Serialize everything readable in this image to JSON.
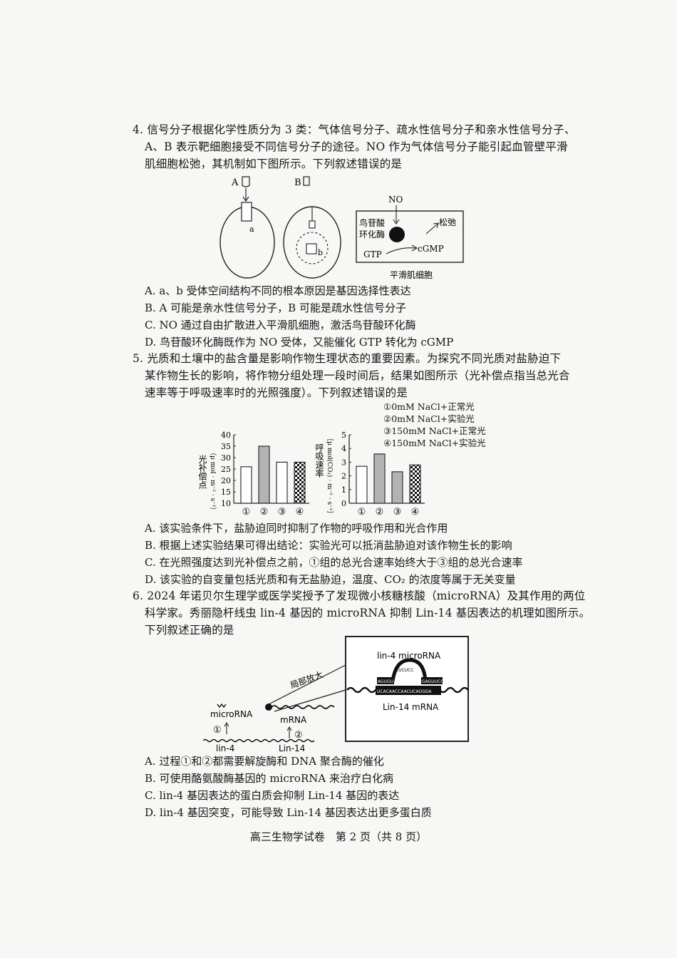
{
  "q4": {
    "line1": "4. 信号分子根据化学性质分为 3 类：气体信号分子、疏水性信号分子和亲水性信号分子、",
    "line2": "A、B 表示靶细胞接受不同信号分子的途径。NO 作为气体信号分子能引起血管壁平滑",
    "line3": "肌细胞松弛，其机制如下图所示。下列叙述错误的是",
    "fig": {
      "a_label": "A",
      "a_receptor": "a",
      "b_label": "B",
      "b_receptor": "b",
      "no_label": "NO",
      "enzyme_line1": "鸟苷酸",
      "enzyme_line2": "环化酶",
      "relax": "松弛",
      "gtp": "GTP",
      "cgmp": "cGMP",
      "cell_caption": "平滑肌细胞"
    },
    "options": {
      "a": "A. a、b 受体空间结构不同的根本原因是基因选择性表达",
      "b": "B. A 可能是亲水性信号分子，B 可能是疏水性信号分子",
      "c": "C. NO 通过自由扩散进入平滑肌细胞，激活鸟苷酸环化酶",
      "d": "D. 鸟苷酸环化酶既作为 NO 受体，又能催化 GTP 转化为 cGMP"
    }
  },
  "q5": {
    "line1": "5. 光质和土壤中的盐含量是影响作物生理状态的重要因素。为探究不同光质对盐胁迫下",
    "line2": "某作物生长的影响，将作物分组处理一段时间后，结果如图所示（光补偿点指当总光合",
    "line3": "速率等于呼吸速率时的光照强度）。下列叙述错误的是",
    "legend": [
      "①0mM NaCl+正常光",
      "②0mM NaCl+实验光",
      "③150mM NaCl+正常光",
      "④150mM NaCl+实验光"
    ],
    "options": {
      "a": "A. 该实验条件下，盐胁迫同时抑制了作物的呼吸作用和光合作用",
      "b": "B. 根据上述实验结果可得出结论：实验光可以抵消盐胁迫对该作物生长的影响",
      "c": "C. 在光照强度达到光补偿点之前，①组的总光合速率始终大于③组的总光合速率",
      "d": "D. 该实验的自变量包括光质和有无盐胁迫，温度、CO₂ 的浓度等属于无关变量"
    }
  },
  "chart_data": [
    {
      "type": "bar",
      "categories": [
        "①",
        "②",
        "③",
        "④"
      ],
      "values": [
        26,
        35,
        28,
        28
      ],
      "ylabel_main": "光补偿点",
      "ylabel_unit": "（μ mol · m⁻² · s⁻¹）",
      "ylim": [
        10,
        40
      ],
      "yticks": [
        "10",
        "15",
        "20",
        "25",
        "30",
        "35",
        "40"
      ],
      "fills": [
        "white",
        "gray",
        "white",
        "checker"
      ]
    },
    {
      "type": "bar",
      "categories": [
        "①",
        "②",
        "③",
        "④"
      ],
      "values": [
        2.7,
        3.6,
        2.3,
        2.8
      ],
      "ylabel_main": "呼吸速率",
      "ylabel_unit": "［μ mol(CO₂) · m⁻² · s⁻¹］",
      "ylim": [
        0,
        5
      ],
      "yticks": [
        "0",
        "1",
        "2",
        "3",
        "4",
        "5"
      ],
      "fills": [
        "white",
        "gray",
        "gray",
        "checker"
      ]
    }
  ],
  "q6": {
    "line1": "6. 2024 年诺贝尔生理学或医学奖授予了发现微小核糖核酸（microRNA）及其作用的两位",
    "line2": "科学家。秀丽隐杆线虫 lin-4 基因的 microRNA 抑制 Lin-14 基因表达的机理如图所示。",
    "line3": "下列叙述正确的是",
    "fig": {
      "zoom": "局部放大",
      "mirna": "microRNA",
      "mrna": "mRNA",
      "step1": "①",
      "step2": "②",
      "lin4": "lin-4",
      "lin14": "Lin-14",
      "box_top": "lin-4 microRNA",
      "box_bottom": "Lin-14 mRNA",
      "seq_left": "AGUGU",
      "seq_right": "GAGUUCC",
      "seq_loop": "CUCUCC",
      "seq_bottom": "UCACAACCAACUCAGGGA"
    },
    "options": {
      "a": "A. 过程①和②都需要解旋酶和 DNA 聚合酶的催化",
      "b": "B. 可使用酪氨酸酶基因的 microRNA 来治疗白化病",
      "c": "C. lin-4 基因表达的蛋白质会抑制 Lin-14 基因的表达",
      "d": "D. lin-4 基因突变，可能导致 Lin-14 基因表达出更多蛋白质"
    }
  },
  "footer": "高三生物学试卷　第 2 页（共 8 页）"
}
